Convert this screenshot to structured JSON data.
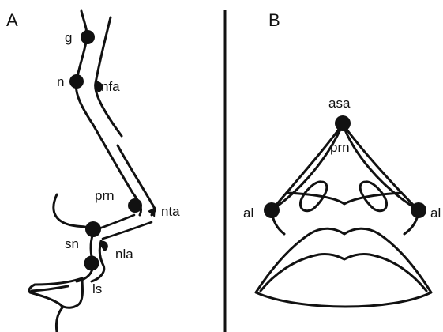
{
  "panels": [
    {
      "letter": "A",
      "landmarks": [
        {
          "id": "g",
          "label": "g"
        },
        {
          "id": "n",
          "label": "n"
        },
        {
          "id": "nfa",
          "label": "nfa"
        },
        {
          "id": "prn",
          "label": "prn"
        },
        {
          "id": "nta",
          "label": "nta"
        },
        {
          "id": "sn",
          "label": "sn"
        },
        {
          "id": "nla",
          "label": "nla"
        },
        {
          "id": "ls",
          "label": "ls"
        }
      ]
    },
    {
      "letter": "B",
      "landmarks": [
        {
          "id": "asa",
          "label": "asa"
        },
        {
          "id": "prn",
          "label": "prn"
        },
        {
          "id": "al-left",
          "label": "al"
        },
        {
          "id": "al-right",
          "label": "al"
        }
      ]
    }
  ],
  "colors": {
    "ink": "#111111",
    "background": "#ffffff"
  }
}
